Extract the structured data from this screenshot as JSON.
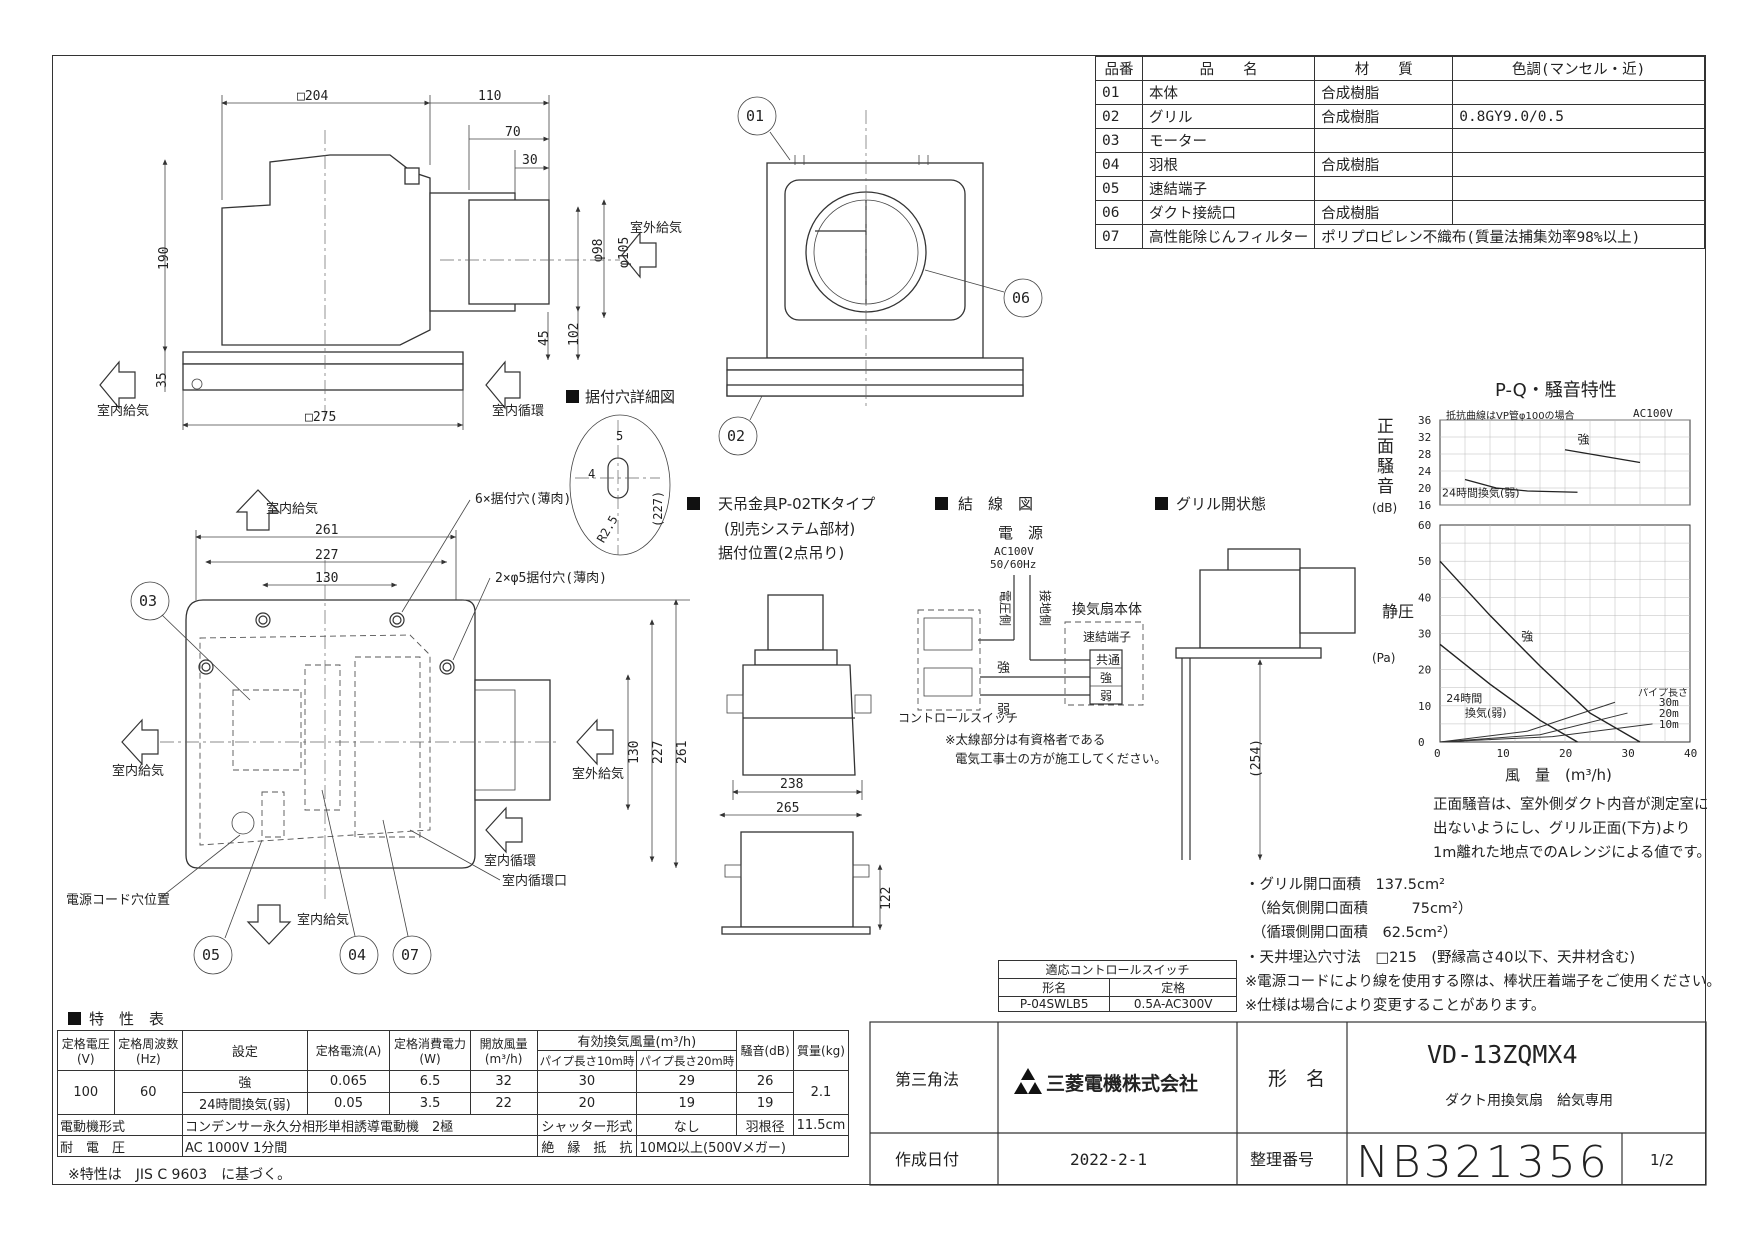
{
  "parts_table": {
    "headers": [
      "品番",
      "品　　名",
      "材　　質",
      "色調(マンセル・近)"
    ],
    "rows": [
      [
        "01",
        "本体",
        "合成樹脂",
        ""
      ],
      [
        "02",
        "グリル",
        "合成樹脂",
        "0.8GY9.0/0.5"
      ],
      [
        "03",
        "モーター",
        "",
        ""
      ],
      [
        "04",
        "羽根",
        "合成樹脂",
        ""
      ],
      [
        "05",
        "速結端子",
        "",
        ""
      ],
      [
        "06",
        "ダクト接続口",
        "合成樹脂",
        ""
      ],
      [
        "07",
        "高性能除じんフィルター",
        "ポリプロピレン不織布(質量法捕集効率98%以上)",
        ""
      ]
    ]
  },
  "side_view": {
    "dims": [
      "□204",
      "110",
      "70",
      "30",
      "190",
      "φ98",
      "φ105",
      "45",
      "102",
      "35",
      "□275"
    ],
    "labels": [
      "室外給気",
      "室内給気",
      "室内循環"
    ]
  },
  "front_view": {
    "callouts": [
      "01",
      "06",
      "02"
    ]
  },
  "mount_detail": {
    "title": "据付穴詳細図",
    "dims": [
      "5",
      "4",
      "R2.5",
      "(227)"
    ]
  },
  "plan_view": {
    "dims": [
      "261",
      "227",
      "130",
      "130",
      "227",
      "261"
    ],
    "labels": [
      "室内給気",
      "室内給気",
      "室外給気",
      "室内循環",
      "室内循環口",
      "室内給気",
      "電源コード穴位置"
    ],
    "hole_notes": [
      "6×据付穴(薄肉)",
      "2×φ5据付穴(薄肉)"
    ],
    "callouts": [
      "03",
      "05",
      "04",
      "07"
    ]
  },
  "ceiling_bracket": {
    "title": "天吊金具P-02TKタイプ",
    "sub1": "(別売システム部材)",
    "sub2": "据付位置(2点吊り)",
    "dims": [
      "238",
      "265",
      "122"
    ]
  },
  "wiring": {
    "title": "結　線　図",
    "power": "電　源",
    "ac": "AC100V",
    "hz": "50/60Hz",
    "live": "電圧側",
    "ground": "接地側",
    "unit": "換気扇本体",
    "terminal": "速結端子",
    "terms": [
      "共通",
      "強",
      "弱"
    ],
    "strong": "強",
    "weak": "弱",
    "switch": "コントロールスイッチ",
    "note1": "※太線部分は有資格者である",
    "note2": "電気工事士の方が施工してください。"
  },
  "grille_open": {
    "title": "グリル開状態",
    "dim": "(254)"
  },
  "pq_chart": {
    "title": "P-Q・騒音特性",
    "note": "抵抗曲線はVP管φ100の場合",
    "voltage": "AC100V",
    "noise_label_1": "正",
    "noise_label_2": "面",
    "noise_label_3": "騒",
    "noise_label_4": "音",
    "noise_unit": "(dB)",
    "pressure_label": "静圧",
    "pressure_unit": "(Pa)",
    "xlabel": "風　量　(m³/h)",
    "pipe_label": "パイプ長さ",
    "pipe_lengths": [
      "30m",
      "20m",
      "10m"
    ],
    "curve_strong": "強",
    "curve_24h": "24時間換気(弱)",
    "curve_24h_a": "24時間",
    "curve_24h_b": "換気(弱)"
  },
  "chart_data": {
    "type": "line",
    "x_ticks": [
      "0",
      "10",
      "20",
      "30",
      "40"
    ],
    "noise_ticks": [
      "36",
      "32",
      "28",
      "24",
      "20",
      "16"
    ],
    "pressure_ticks": [
      "60",
      "50",
      "40",
      "30",
      "20",
      "10",
      "0"
    ],
    "xlim": [
      0,
      40
    ],
    "noise_ylim": [
      16,
      36
    ],
    "pressure_ylim": [
      0,
      60
    ],
    "noise_series": [
      {
        "name": "強",
        "x": [
          20,
          26,
          32
        ],
        "y": [
          29,
          27.5,
          26
        ]
      },
      {
        "name": "24時間換気(弱)",
        "x": [
          4,
          9,
          14,
          22
        ],
        "y": [
          22,
          20,
          19.3,
          19
        ]
      }
    ],
    "pressure_series": [
      {
        "name": "強",
        "x": [
          0,
          8,
          16,
          24,
          32
        ],
        "y": [
          50,
          35,
          21,
          8,
          0
        ]
      },
      {
        "name": "24時間換気(弱)",
        "x": [
          0,
          8,
          16,
          22
        ],
        "y": [
          27,
          16,
          6,
          0
        ]
      }
    ],
    "resistance_curves": [
      {
        "name": "30m",
        "x": [
          0,
          14,
          28
        ],
        "y": [
          0,
          3,
          11
        ]
      },
      {
        "name": "20m",
        "x": [
          0,
          16,
          30
        ],
        "y": [
          0,
          2,
          8
        ]
      },
      {
        "name": "10m",
        "x": [
          0,
          18,
          34
        ],
        "y": [
          0,
          1.5,
          5
        ]
      }
    ]
  },
  "notes": {
    "noise": [
      "正面騒音は、室外側ダクト内音が測定室に",
      "出ないようにし、グリル正面(下方)より",
      "1m離れた地点でのAレンジによる値です。"
    ],
    "grille_area": "・グリル開口面積　137.5cm²",
    "supply_area": "（給気側開口面積　　　75cm²）",
    "return_area": "（循環側開口面積　62.5cm²）",
    "ceiling": "・天井埋込穴寸法　□215　(野縁高さ40以下、天井材含む)",
    "cord": "※電源コードにより線を使用する際は、棒状圧着端子をご使用ください。",
    "spec": "※仕様は場合により変更することがあります。"
  },
  "control_switch": {
    "title": "適応コントロールスイッチ",
    "h1": "形名",
    "h2": "定格",
    "model": "P-04SWLB5",
    "rating": "0.5A-AC300V"
  },
  "spec_table": {
    "title": "特　性　表",
    "h_voltage": "定格電圧(V)",
    "h_freq": "定格周波数(Hz)",
    "h_setting": "設定",
    "h_current": "定格電流(A)",
    "h_power": "定格消費電力(W)",
    "h_open": "開放風量(m³/h)",
    "h_eff": "有効換気風量(m³/h)",
    "h_p10": "パイプ長さ10m時",
    "h_p20": "パイプ長さ20m時",
    "h_noise": "騒音(dB)",
    "h_mass": "質量(kg)",
    "voltage": "100",
    "freq": "60",
    "mass": "2.1",
    "rows": [
      {
        "setting": "強",
        "current": "0.065",
        "power": "6.5",
        "open": "32",
        "p10": "30",
        "p20": "29",
        "noise": "26"
      },
      {
        "setting": "24時間換気(弱)",
        "current": "0.05",
        "power": "3.5",
        "open": "22",
        "p10": "20",
        "p20": "19",
        "noise": "19"
      }
    ],
    "motor_label": "電動機形式",
    "motor": "コンデンサー永久分相形単相誘導電動機　2極",
    "shutter_label": "シャッター形式",
    "shutter": "なし",
    "blade_label": "羽根径",
    "blade": "11.5cm",
    "withstand_label": "耐　電　圧",
    "withstand": "AC 1000V 1分間",
    "insulation_label": "絶　縁　抵　抗",
    "insulation": "10MΩ以上(500Vメガー)",
    "footnote": "※特性は　JIS C 9603　に基づく。"
  },
  "title_block": {
    "projection": "第三角法",
    "company": "三菱電機株式会社",
    "model_label": "形　名",
    "model": "VD-13ZQMX4",
    "description": "ダクト用換気扇　給気専用",
    "date_label": "作成日付",
    "date": "2022-2-1",
    "number_label": "整理番号",
    "number": "NB321356",
    "page": "1/2"
  }
}
